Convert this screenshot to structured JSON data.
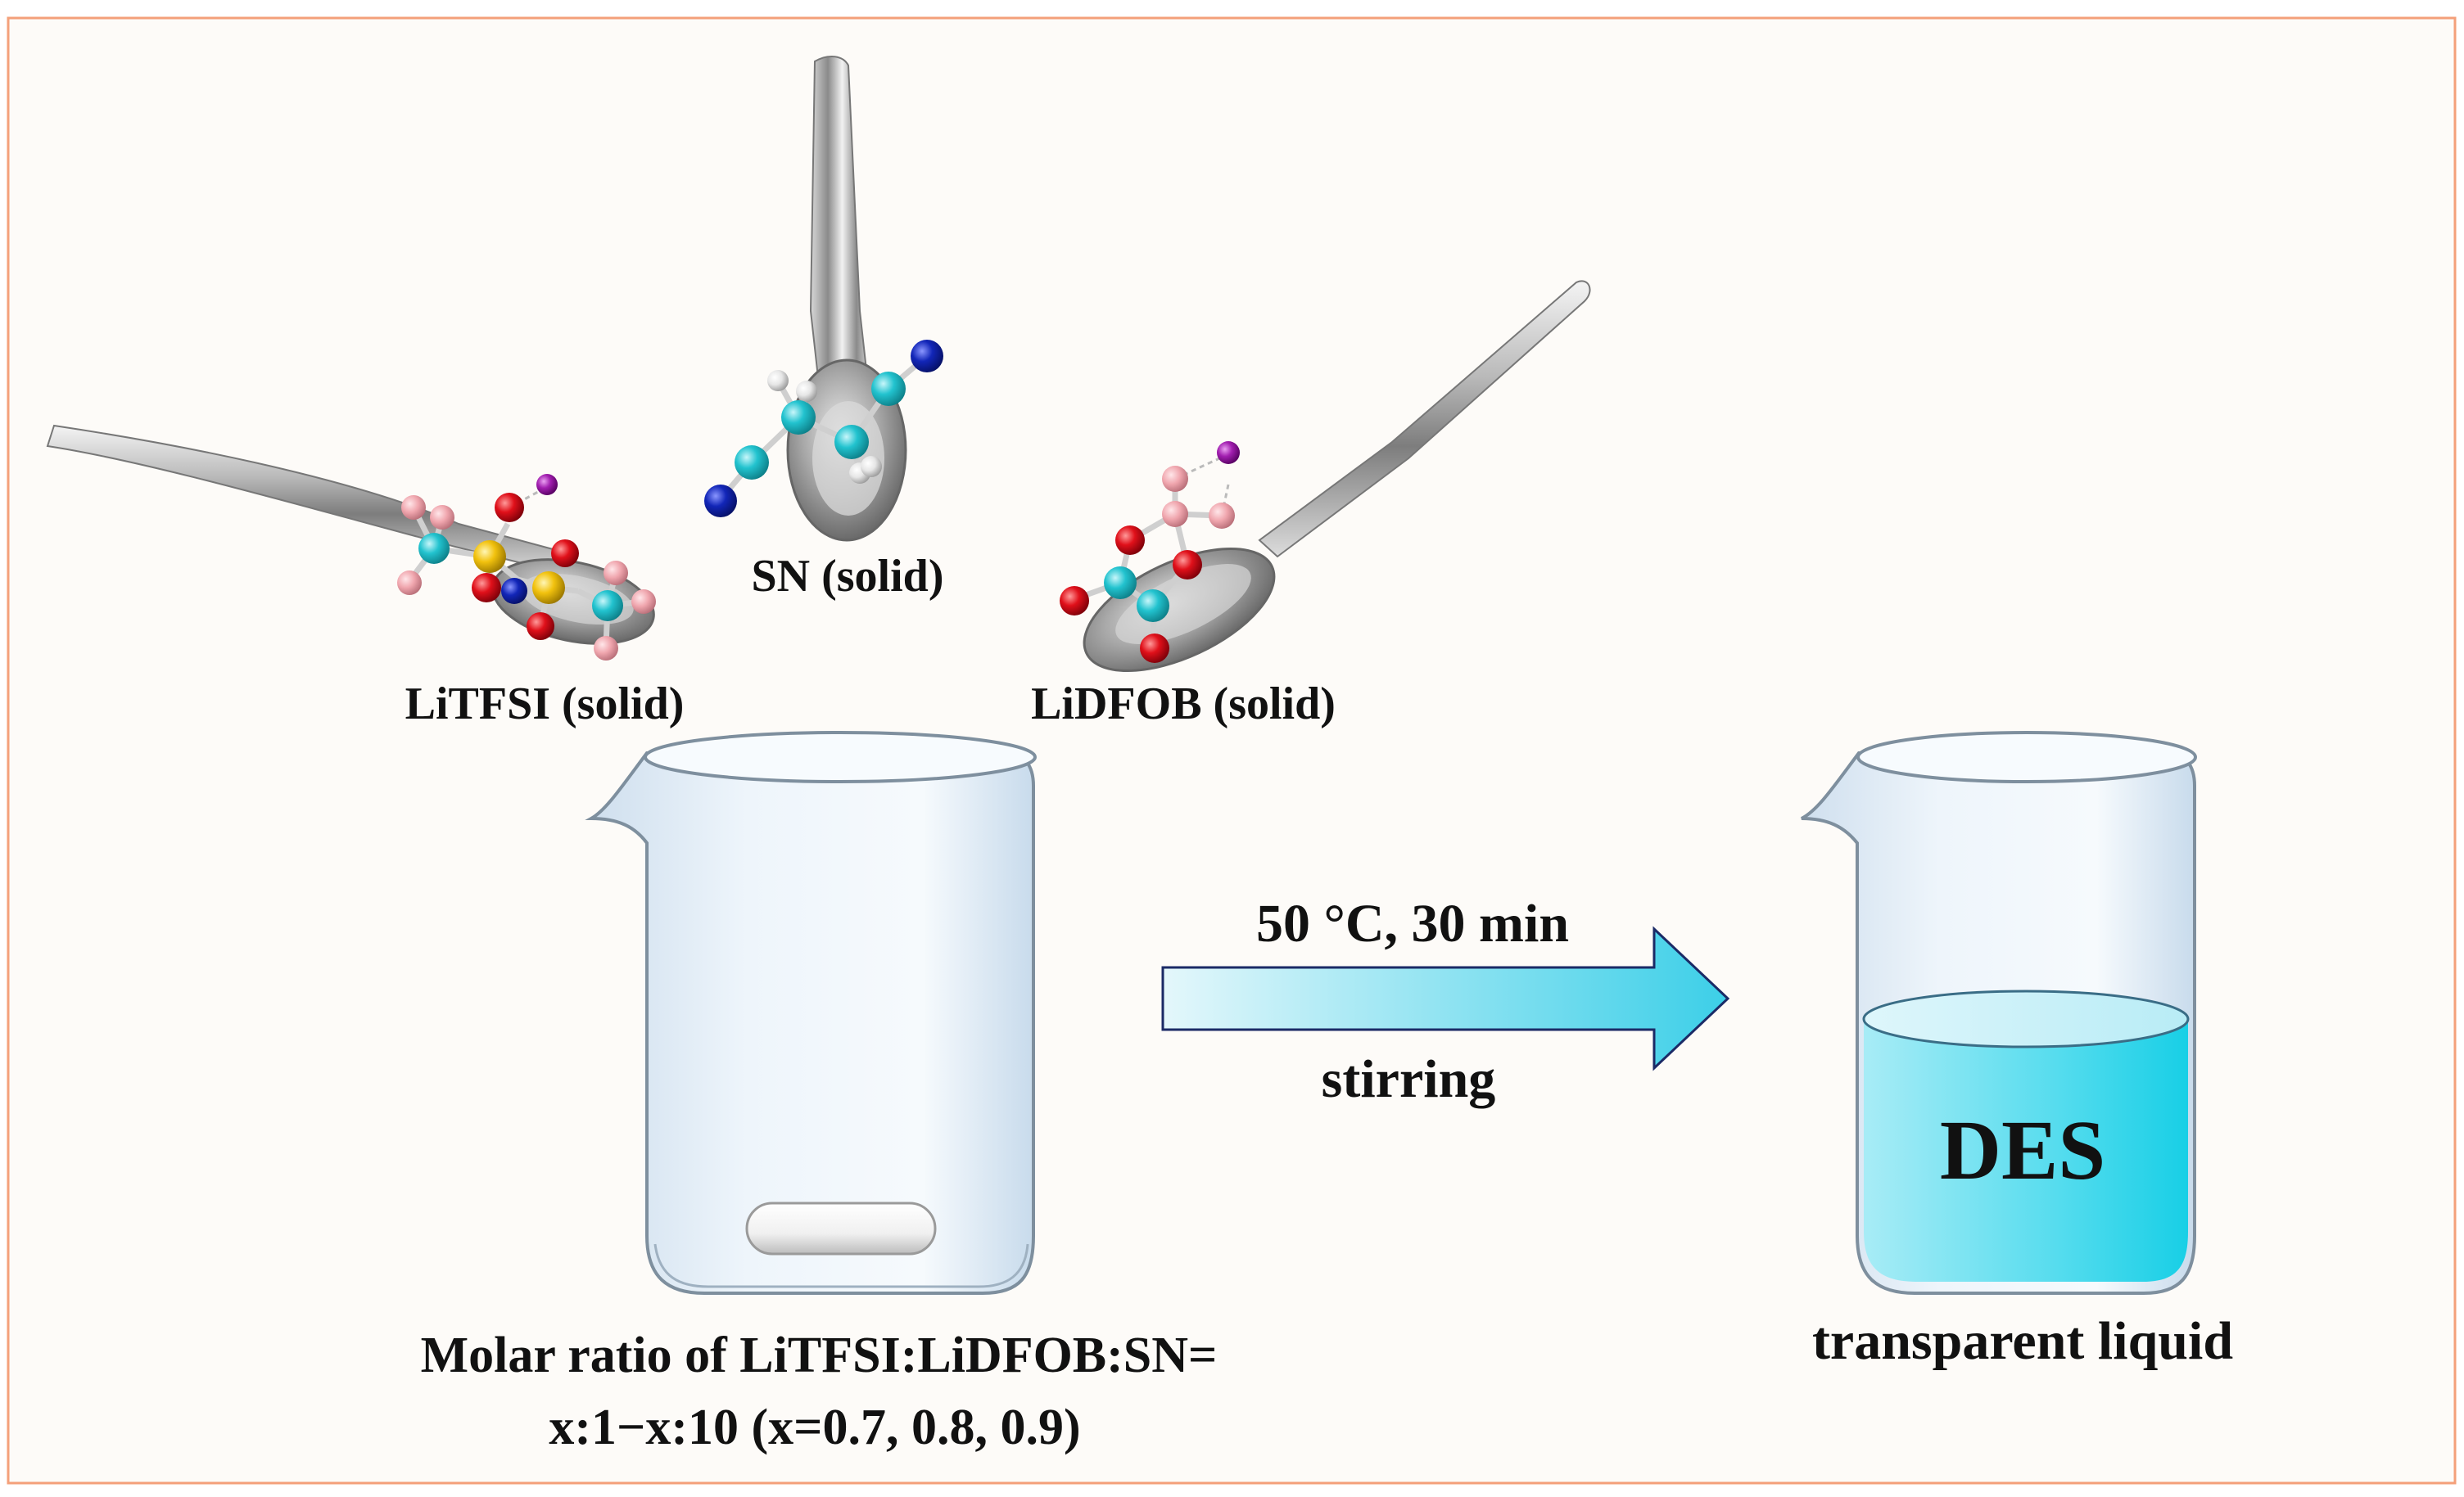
{
  "figure": {
    "frame_color": "#f4a07a",
    "background": "#fdfbf8"
  },
  "labels": {
    "sn": "SN (solid)",
    "litfsi": "LiTFSI (solid)",
    "lidfob": "LiDFOB (solid)",
    "condition": "50 °C, 30 min",
    "stirring": "stirring",
    "des": "DES",
    "product": "transparent liquid",
    "ratio_line1": "Molar ratio of LiTFSI:LiDFOB:SN=",
    "ratio_line2": "x:1−x:10 (x=0.7, 0.8, 0.9)"
  },
  "colors": {
    "carbon": "#22c3cf",
    "nitrogen": "#1226b8",
    "oxygen": "#e0101a",
    "sulfur": "#f2c20e",
    "fluorine": "#f0a6ae",
    "lithium": "#a21fb0",
    "boron": "#f0a6ae",
    "hydrogen": "#e6e6e6",
    "arrow": "#5ad8ec",
    "liquid": "#22d2e8",
    "glass": "#e2edf6"
  },
  "icons": {
    "spoon_left": "spoon-icon",
    "spoon_middle": "spoon-icon",
    "spoon_right": "spoon-icon",
    "beaker_left": "beaker-icon",
    "beaker_right": "beaker-icon",
    "stir_bar": "stir-bar-icon",
    "process_arrow": "arrow-right-icon"
  }
}
